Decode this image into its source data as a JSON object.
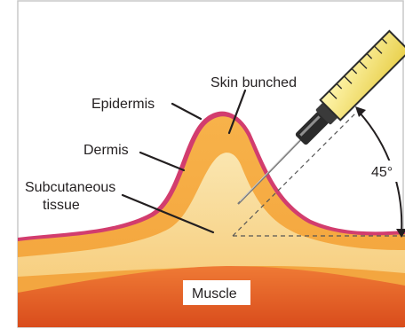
{
  "labels": {
    "skin_bunched": "Skin bunched",
    "epidermis": "Epidermis",
    "dermis": "Dermis",
    "subcutaneous_line1": "Subcutaneous",
    "subcutaneous_line2": "tissue",
    "angle": "45°",
    "muscle": "Muscle"
  },
  "angle_degrees": 45,
  "colors": {
    "epidermis": "#d23d6e",
    "dermis": "#f2a93b",
    "subcutaneous": "#f8d28a",
    "muscle": "#e8612a",
    "syringe_barrel": "#f5e27a",
    "needle": "#8a8a8a",
    "frame": "#bfbfbf"
  }
}
